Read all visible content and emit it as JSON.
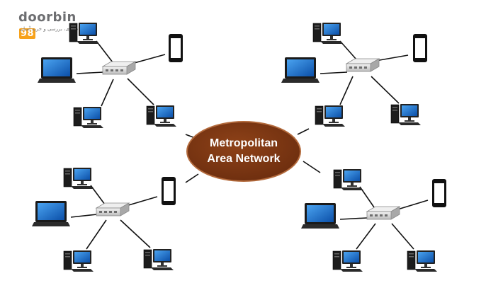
{
  "logo": {
    "brand": "doorbin",
    "badge": "98",
    "tagline": "یادگیری، بررسی و خرید آسان"
  },
  "center": {
    "line1": "Metropolitan",
    "line2": "Area Network"
  },
  "colors": {
    "center_fill": "#7b3412",
    "center_stroke": "#a0522d",
    "screen": "#1f6fc9",
    "tower": "#1a1a1a",
    "switch": "#d9d9d9",
    "accent": "#f7a21b"
  },
  "clusters": [
    {
      "name": "top-left",
      "devices": [
        "desktop",
        "laptop",
        "mobile",
        "desktop",
        "desktop"
      ]
    },
    {
      "name": "top-right",
      "devices": [
        "desktop",
        "laptop",
        "mobile",
        "desktop",
        "desktop"
      ]
    },
    {
      "name": "bottom-left",
      "devices": [
        "desktop",
        "laptop",
        "mobile",
        "desktop",
        "desktop"
      ]
    },
    {
      "name": "bottom-right",
      "devices": [
        "desktop",
        "laptop",
        "mobile",
        "desktop",
        "desktop"
      ]
    }
  ]
}
